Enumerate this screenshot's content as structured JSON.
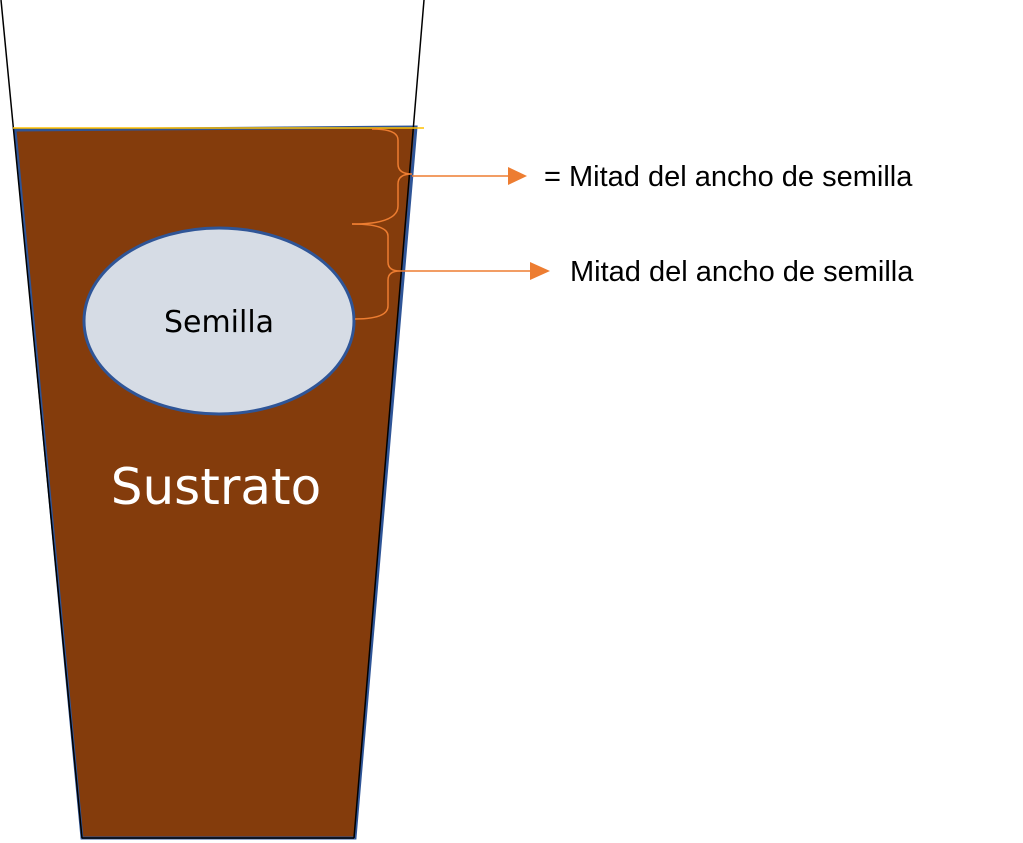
{
  "diagram": {
    "seed_label": "Semilla",
    "substrate_label": "Sustrato",
    "annotations": [
      {
        "text": "= Mitad del ancho de semilla"
      },
      {
        "text": "Mitad del ancho de semilla"
      }
    ]
  },
  "colors": {
    "substrate": "#843C0C",
    "substrate_outline": "#2F5597",
    "seed_fill": "#D6DCE5",
    "seed_outline": "#2F5597",
    "bracket": "#ED7D31",
    "surface_line": "#FFC000",
    "cup": "#000000"
  }
}
